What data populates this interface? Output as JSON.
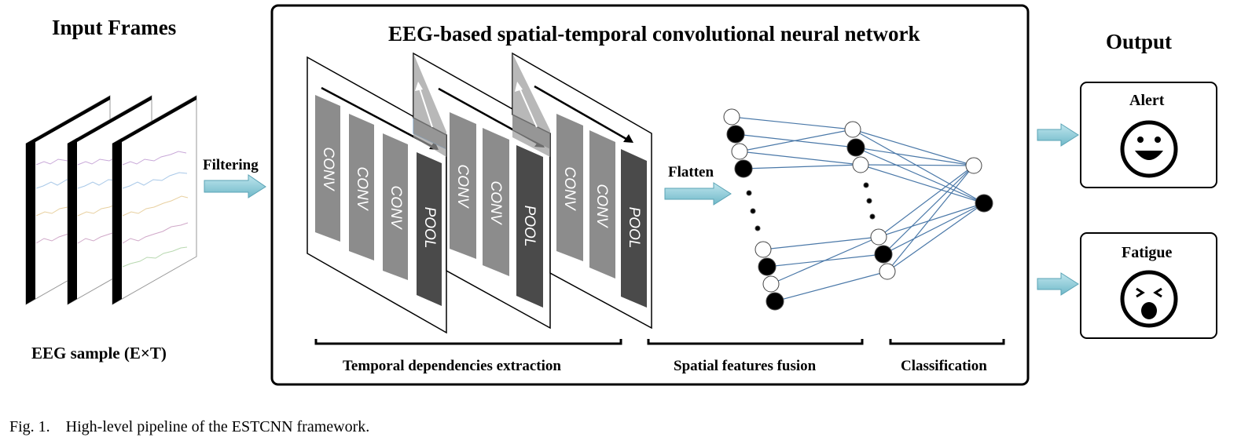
{
  "input": {
    "title": "Input Frames",
    "sample_label": "EEG sample (E×T)"
  },
  "filtering_label": "Filtering",
  "network": {
    "title": "EEG-based spatial-temporal convolutional neural network",
    "flatten_label": "Flatten",
    "layers": [
      "CONV",
      "CONV",
      "CONV",
      "POOL"
    ],
    "stages": [
      "Temporal dependencies extraction",
      "Spatial features fusion",
      "Classification"
    ]
  },
  "output": {
    "title": "Output",
    "classes": [
      {
        "label": "Alert",
        "icon": "smiling-face-icon"
      },
      {
        "label": "Fatigue",
        "icon": "tired-face-icon"
      }
    ]
  },
  "caption": "Fig. 1.    High-level pipeline of the ESTCNN framework.",
  "colors": {
    "arrow": "#8fd0dc",
    "conv": "#8c8c8c",
    "pool": "#4a4a4a",
    "connection": "#4a78a8"
  }
}
